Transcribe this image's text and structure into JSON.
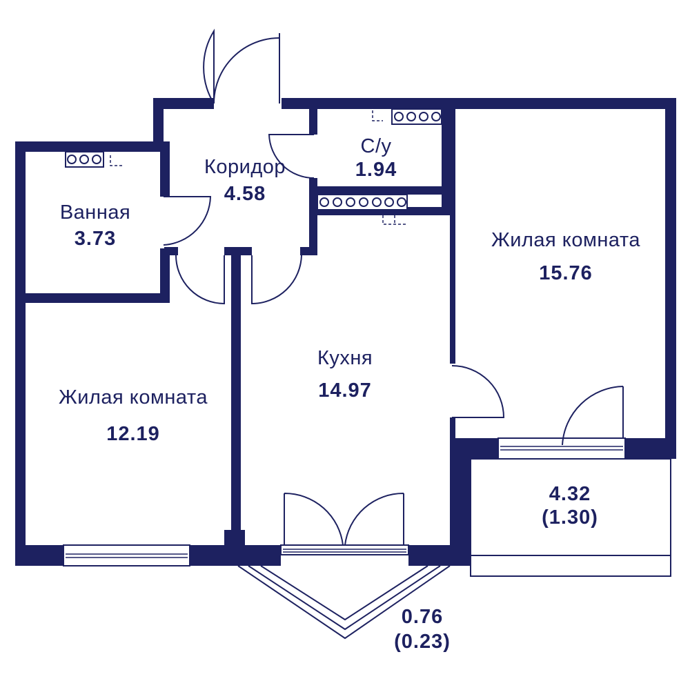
{
  "colors": {
    "wall": "#1d2160",
    "background": "#ffffff"
  },
  "rooms": [
    {
      "id": "bathroom",
      "name": "Ванная",
      "area": "3.73"
    },
    {
      "id": "corridor",
      "name": "Коридор",
      "area": "4.58"
    },
    {
      "id": "wc",
      "name": "С/у",
      "area": "1.94"
    },
    {
      "id": "living_left",
      "name": "Жилая комната",
      "area": "12.19"
    },
    {
      "id": "kitchen",
      "name": "Кухня",
      "area": "14.97"
    },
    {
      "id": "living_right",
      "name": "Жилая комната",
      "area": "15.76"
    }
  ],
  "balconies": [
    {
      "id": "loggia_right",
      "area": "4.32",
      "area_reduced": "(1.30)"
    },
    {
      "id": "balcony_bottom",
      "area": "0.76",
      "area_reduced": "(0.23)"
    }
  ]
}
